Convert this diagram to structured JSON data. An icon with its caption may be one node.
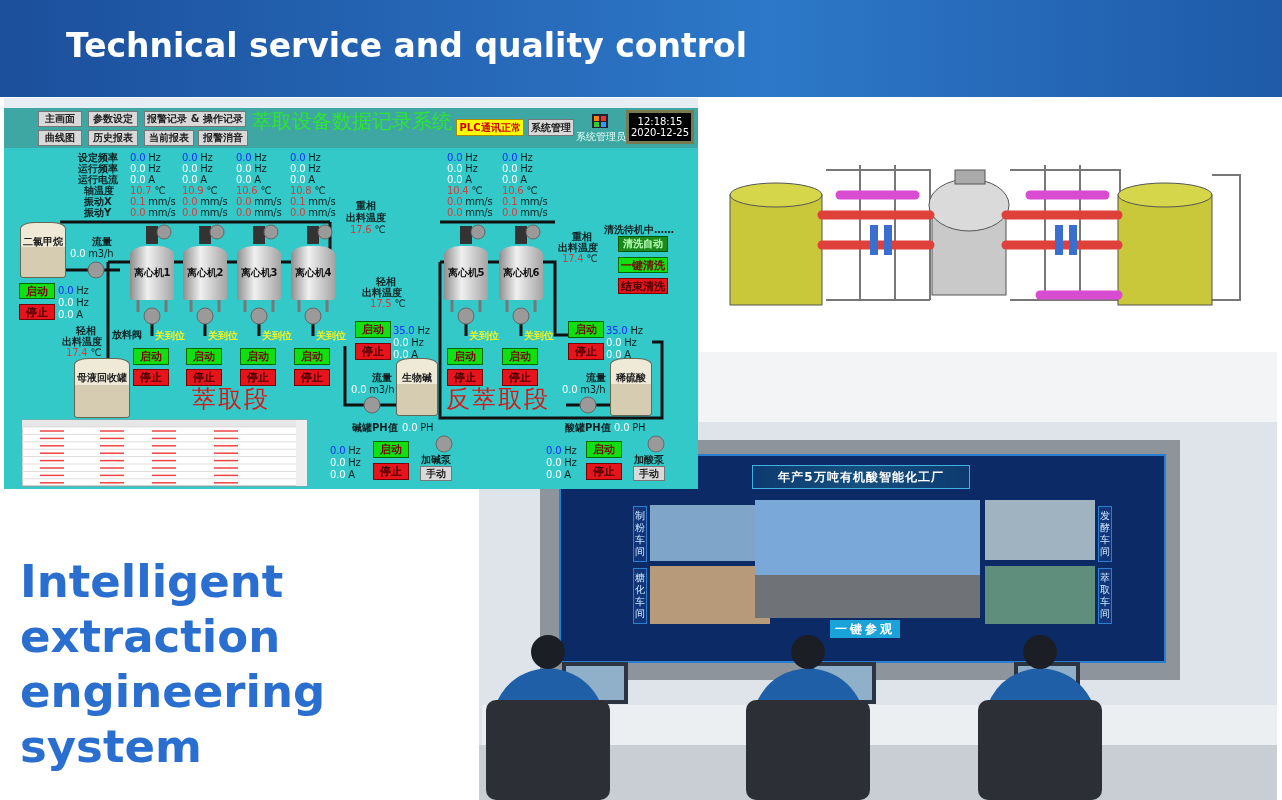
{
  "diagram": {
    "title": "Technical service and quality control",
    "nodes": [
      {
        "text": [
          "主画面"
        ]
      },
      {
        "text": [
          "参数设定"
        ]
      },
      {
        "text": [
          "报警记录 & 操作记录"
        ]
      },
      {
        "text": [
          "曲线图"
        ]
      },
      {
        "text": [
          "历史报表"
        ]
      },
      {
        "text": [
          "当前报表"
        ]
      },
      {
        "text": [
          "报警消音"
        ]
      },
      {
        "text": [
          "PLC通讯正常"
        ]
      },
      {
        "text": [
          "系统管理"
        ]
      },
      {
        "text": [
          "12:18:15",
          "2020-12-25"
        ]
      },
      {
        "text": [
          "二氯甲烷"
        ]
      },
      {
        "text": [
          "母液回收罐"
        ]
      },
      {
        "text": [
          "离心机1"
        ]
      },
      {
        "text": [
          "离心机2"
        ]
      },
      {
        "text": [
          "离心机3"
        ]
      },
      {
        "text": [
          "离心机4"
        ]
      },
      {
        "text": [
          "离心机5"
        ]
      },
      {
        "text": [
          "离心机6"
        ]
      },
      {
        "text": [
          "生物碱"
        ]
      },
      {
        "text": [
          "稀硫酸"
        ]
      },
      {
        "text": [
          "启动"
        ]
      },
      {
        "text": [
          "停止"
        ]
      },
      {
        "text": [
          "清洗自动"
        ]
      },
      {
        "text": [
          "一键清洗"
        ]
      },
      {
        "text": [
          "结束清洗"
        ]
      },
      {
        "text": [
          "启动"
        ]
      },
      {
        "text": [
          "启动"
        ]
      },
      {
        "text": [
          "启动"
        ]
      },
      {
        "text": [
          "启动"
        ]
      },
      {
        "text": [
          "启动"
        ]
      },
      {
        "text": [
          "启动"
        ]
      },
      {
        "text": [
          "停止"
        ]
      },
      {
        "text": [
          "停止"
        ]
      },
      {
        "text": [
          "停止"
        ]
      },
      {
        "text": [
          "停止"
        ]
      },
      {
        "text": [
          "停止"
        ]
      },
      {
        "text": [
          "停止"
        ]
      },
      {
        "text": [
          "启动"
        ]
      },
      {
        "text": [
          "停止"
        ]
      },
      {
        "text": [
          "启动"
        ]
      },
      {
        "text": [
          "停止"
        ]
      },
      {
        "text": [
          "启动"
        ]
      },
      {
        "text": [
          "停止"
        ]
      },
      {
        "text": [
          "手动"
        ]
      },
      {
        "text": [
          "启动"
        ]
      },
      {
        "text": [
          "停止"
        ]
      },
      {
        "text": [
          "手动"
        ]
      },
      {
        "text": [
          "年产5万吨有机酸智能化工厂"
        ]
      },
      {
        "text": [
          "制粉车间"
        ]
      },
      {
        "text": [
          "糖化车间"
        ]
      },
      {
        "text": [
          "发酵车间"
        ]
      },
      {
        "text": [
          "萃取车间"
        ]
      },
      {
        "text": [
          "一键参观"
        ]
      }
    ],
    "labels": [
      "萃取设备数据记录系统",
      "系统管理员",
      "设定频率",
      "运行频率",
      "运行电流",
      "轴温度",
      "振动X",
      "振动Y",
      "0.0 Hz",
      "0.0 Hz",
      "0.0 Hz",
      "0.0 Hz",
      "0.0 Hz",
      "0.0 Hz",
      "0.0 Hz",
      "0.0 Hz",
      "0.0 Hz",
      "0.0 Hz",
      "0.0 Hz",
      "0.0 Hz",
      "0.0 A",
      "0.0 A",
      "0.0 A",
      "0.0 A",
      "0.0 A",
      "0.0 A",
      "10.7 ℃",
      "10.9 ℃",
      "10.6 ℃",
      "10.8 ℃",
      "10.4 ℃",
      "10.6 ℃",
      "0.1 mm/s",
      "0.0 mm/s",
      "0.0 mm/s",
      "0.1 mm/s",
      "0.0 mm/s",
      "0.1 mm/s",
      "0.0 mm/s",
      "0.0 mm/s",
      "0.0 mm/s",
      "0.0 mm/s",
      "0.0 mm/s",
      "0.0 mm/s",
      "流量",
      "0.0 m3/h",
      "重相",
      "出料温度",
      "17.6 ℃",
      "清洗待机中……",
      "重相",
      "出料温度",
      "17.4 ℃",
      "0.0 Hz",
      "0.0 Hz",
      "0.0 A",
      "轻相",
      "出料温度",
      "17.4 ℃",
      "轻相",
      "出料温度",
      "17.5 ℃",
      "放料阀",
      "关到位",
      "关到位",
      "关到位",
      "关到位",
      "关到位",
      "关到位",
      "萃取段",
      "35.0 Hz",
      "0.0 Hz",
      "0.0 A",
      "35.0 Hz",
      "0.0 Hz",
      "0.0 A",
      "流量",
      "0.0 m3/h",
      "反萃取段",
      "流量",
      "0.0 m3/h",
      "碱罐PH值",
      "0.0 PH",
      "酸罐PH值",
      "0.0 PH",
      "0.0 Hz",
      "0.0 Hz",
      "0.0 A",
      "加碱泵",
      "0.0 Hz",
      "0.0 Hz",
      "0.0 A",
      "加酸泵",
      "Intelligent extraction engineering system"
    ]
  }
}
